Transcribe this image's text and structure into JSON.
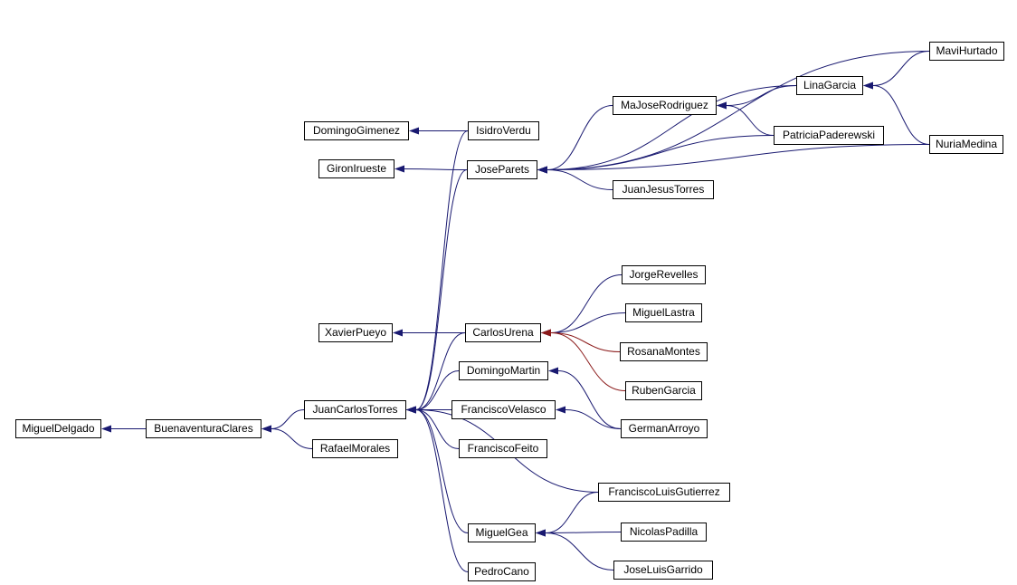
{
  "nodes": {
    "miguel_delgado": "MiguelDelgado",
    "buenaventura_clares": "BuenaventuraClares",
    "juan_carlos_torres": "JuanCarlosTorres",
    "rafael_morales": "RafaelMorales",
    "domingo_gimenez": "DomingoGimenez",
    "giron_irueste": "GironIrueste",
    "xavier_pueyo": "XavierPueyo",
    "isidro_verdu": "IsidroVerdu",
    "jose_parets": "JoseParets",
    "carlos_urena": "CarlosUrena",
    "domingo_martin": "DomingoMartin",
    "francisco_velasco": "FranciscoVelasco",
    "francisco_feito": "FranciscoFeito",
    "miguel_gea": "MiguelGea",
    "pedro_cano": "PedroCano",
    "majose_rodriguez": "MaJoseRodriguez",
    "lina_garcia": "LinaGarcia",
    "patricia_paderewski": "PatriciaPaderewski",
    "juan_jesus_torres": "JuanJesusTorres",
    "mavi_hurtado": "MaviHurtado",
    "nuria_medina": "NuriaMedina",
    "jorge_revelles": "JorgeRevelles",
    "miguel_lastra": "MiguelLastra",
    "rosana_montes": "RosanaMontes",
    "ruben_garcia": "RubenGarcia",
    "german_arroyo": "GermanArroyo",
    "francisco_luis_gutierrez": "FranciscoLuisGutierrez",
    "nicolas_padilla": "NicolasPadilla",
    "jose_luis_garrido": "JoseLuisGarrido"
  },
  "edges": [
    {
      "from": "buenaventura_clares",
      "to": "miguel_delgado"
    },
    {
      "from": "juan_carlos_torres",
      "to": "buenaventura_clares"
    },
    {
      "from": "rafael_morales",
      "to": "buenaventura_clares"
    },
    {
      "from": "isidro_verdu",
      "to": "domingo_gimenez"
    },
    {
      "from": "jose_parets",
      "to": "giron_irueste"
    },
    {
      "from": "carlos_urena",
      "to": "xavier_pueyo"
    },
    {
      "from": "isidro_verdu",
      "to": "juan_carlos_torres"
    },
    {
      "from": "jose_parets",
      "to": "juan_carlos_torres"
    },
    {
      "from": "carlos_urena",
      "to": "juan_carlos_torres"
    },
    {
      "from": "domingo_martin",
      "to": "juan_carlos_torres"
    },
    {
      "from": "francisco_velasco",
      "to": "juan_carlos_torres"
    },
    {
      "from": "francisco_feito",
      "to": "juan_carlos_torres"
    },
    {
      "from": "francisco_luis_gutierrez",
      "to": "juan_carlos_torres"
    },
    {
      "from": "miguel_gea",
      "to": "juan_carlos_torres"
    },
    {
      "from": "pedro_cano",
      "to": "juan_carlos_torres"
    },
    {
      "from": "majose_rodriguez",
      "to": "jose_parets"
    },
    {
      "from": "lina_garcia",
      "to": "jose_parets"
    },
    {
      "from": "mavi_hurtado",
      "to": "jose_parets"
    },
    {
      "from": "patricia_paderewski",
      "to": "jose_parets"
    },
    {
      "from": "juan_jesus_torres",
      "to": "jose_parets"
    },
    {
      "from": "nuria_medina",
      "to": "jose_parets"
    },
    {
      "from": "lina_garcia",
      "to": "majose_rodriguez"
    },
    {
      "from": "patricia_paderewski",
      "to": "majose_rodriguez"
    },
    {
      "from": "mavi_hurtado",
      "to": "lina_garcia"
    },
    {
      "from": "nuria_medina",
      "to": "lina_garcia"
    },
    {
      "from": "jorge_revelles",
      "to": "carlos_urena"
    },
    {
      "from": "miguel_lastra",
      "to": "carlos_urena"
    },
    {
      "from": "rosana_montes",
      "to": "carlos_urena",
      "color": "#8b1a1a"
    },
    {
      "from": "ruben_garcia",
      "to": "carlos_urena",
      "color": "#8b1a1a"
    },
    {
      "from": "german_arroyo",
      "to": "domingo_martin"
    },
    {
      "from": "german_arroyo",
      "to": "francisco_velasco"
    },
    {
      "from": "francisco_luis_gutierrez",
      "to": "miguel_gea"
    },
    {
      "from": "nicolas_padilla",
      "to": "miguel_gea"
    },
    {
      "from": "jose_luis_garrido",
      "to": "miguel_gea"
    }
  ],
  "colors": {
    "edge": "#191970",
    "edge_highlight": "#8b1a1a",
    "node_border": "#000000",
    "background": "#ffffff"
  }
}
